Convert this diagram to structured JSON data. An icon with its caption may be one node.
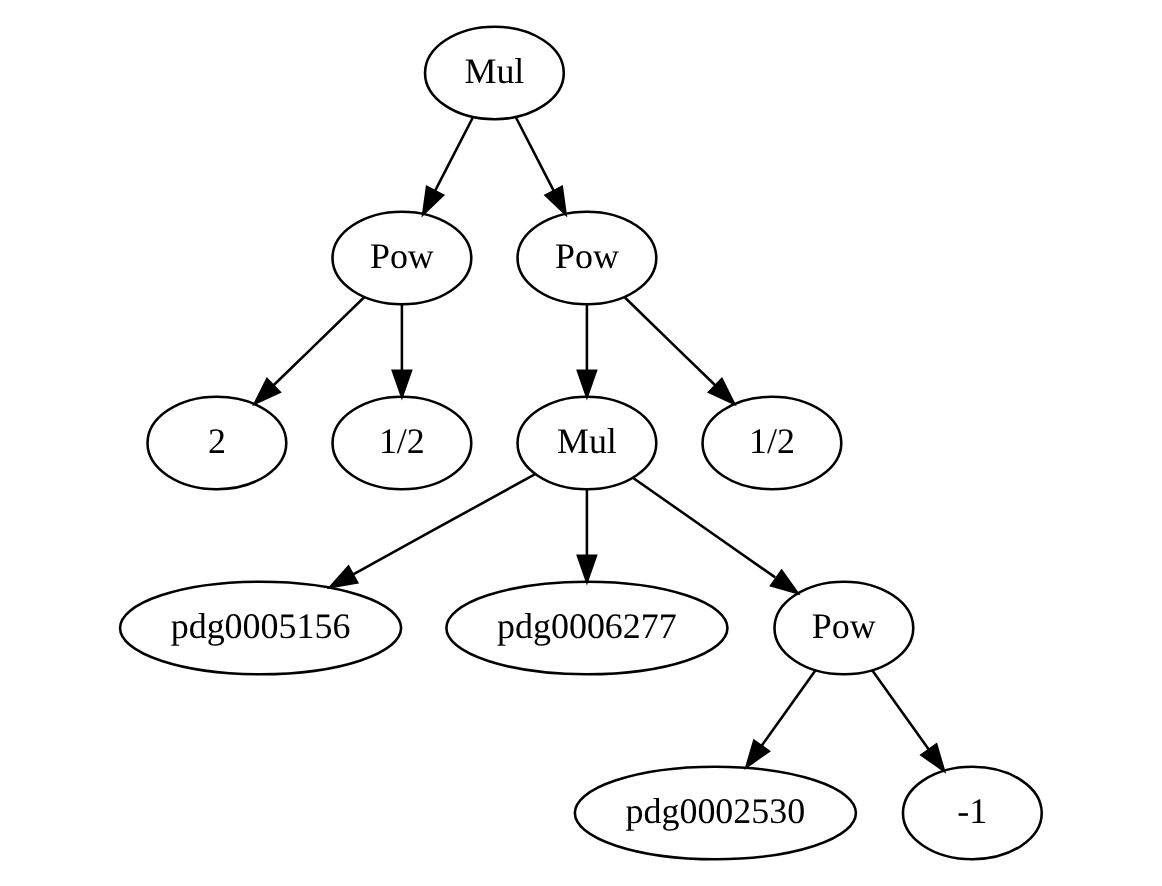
{
  "diagram": {
    "nodes": [
      {
        "text": [
          "Mul"
        ]
      },
      {
        "text": [
          "Pow"
        ]
      },
      {
        "text": [
          "Pow"
        ]
      },
      {
        "text": [
          "2"
        ]
      },
      {
        "text": [
          "1/2"
        ]
      },
      {
        "text": [
          "Mul"
        ]
      },
      {
        "text": [
          "1/2"
        ]
      },
      {
        "text": [
          "pdg0005156"
        ]
      },
      {
        "text": [
          "pdg0006277"
        ]
      },
      {
        "text": [
          "Pow"
        ]
      },
      {
        "text": [
          "pdg0002530"
        ]
      },
      {
        "text": [
          "-1"
        ]
      }
    ],
    "edges": [
      {
        "from": 0,
        "to": 1,
        "arrow": "to"
      },
      {
        "from": 0,
        "to": 2,
        "arrow": "to"
      },
      {
        "from": 1,
        "to": 3,
        "arrow": "to"
      },
      {
        "from": 1,
        "to": 4,
        "arrow": "to"
      },
      {
        "from": 2,
        "to": 5,
        "arrow": "to"
      },
      {
        "from": 2,
        "to": 6,
        "arrow": "to"
      },
      {
        "from": 5,
        "to": 7,
        "arrow": "to"
      },
      {
        "from": 5,
        "to": 8,
        "arrow": "to"
      },
      {
        "from": 5,
        "to": 9,
        "arrow": "to"
      },
      {
        "from": 9,
        "to": 10,
        "arrow": "to"
      },
      {
        "from": 9,
        "to": 11,
        "arrow": "to"
      }
    ]
  }
}
